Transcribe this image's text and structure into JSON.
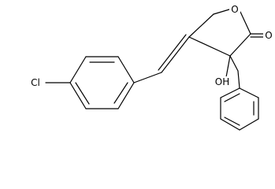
{
  "molecule": {
    "atom_labels": {
      "ring_oxygen": "O",
      "carbonyl_oxygen": "O",
      "hydroxyl": "OH",
      "chlorine": "Cl"
    }
  }
}
